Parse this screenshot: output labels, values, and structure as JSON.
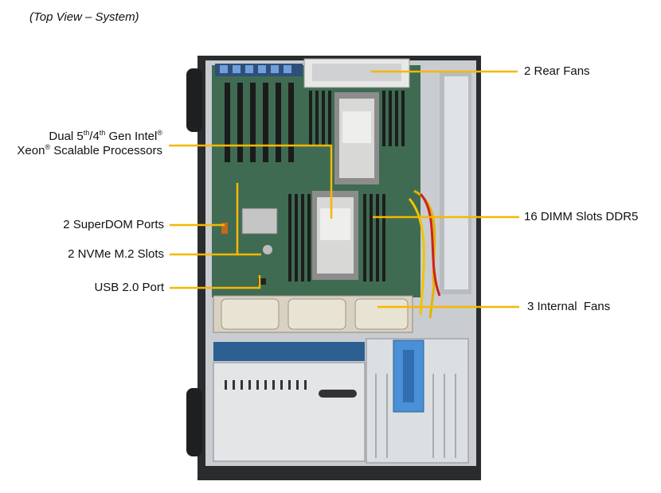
{
  "caption": "(Top View – System)",
  "callouts": {
    "rear_fans": "2 Rear Fans",
    "processors": {
      "line1_a": "Dual 5",
      "line1_sup1": "th",
      "line1_b": "/4",
      "line1_sup2": "th",
      "line1_c": " Gen Intel",
      "line1_sup3": "®",
      "line2_a": "Xeon",
      "line2_sup": "®",
      "line2_b": " Scalable Processors"
    },
    "dimm_slots": "16 DIMM Slots DDR5",
    "superdom": "2 SuperDOM Ports",
    "nvme": "2 NVMe M.2 Slots",
    "usb": "USB 2.0 Port",
    "internal_fans": "3 Internal  Fans"
  },
  "colors": {
    "callout_line": "#f5b700",
    "pcb": "#3f6b52",
    "chassis": "#c9ccd0",
    "fan_shroud": "#d9d2c2",
    "drive_handle": "#3b82c4"
  }
}
